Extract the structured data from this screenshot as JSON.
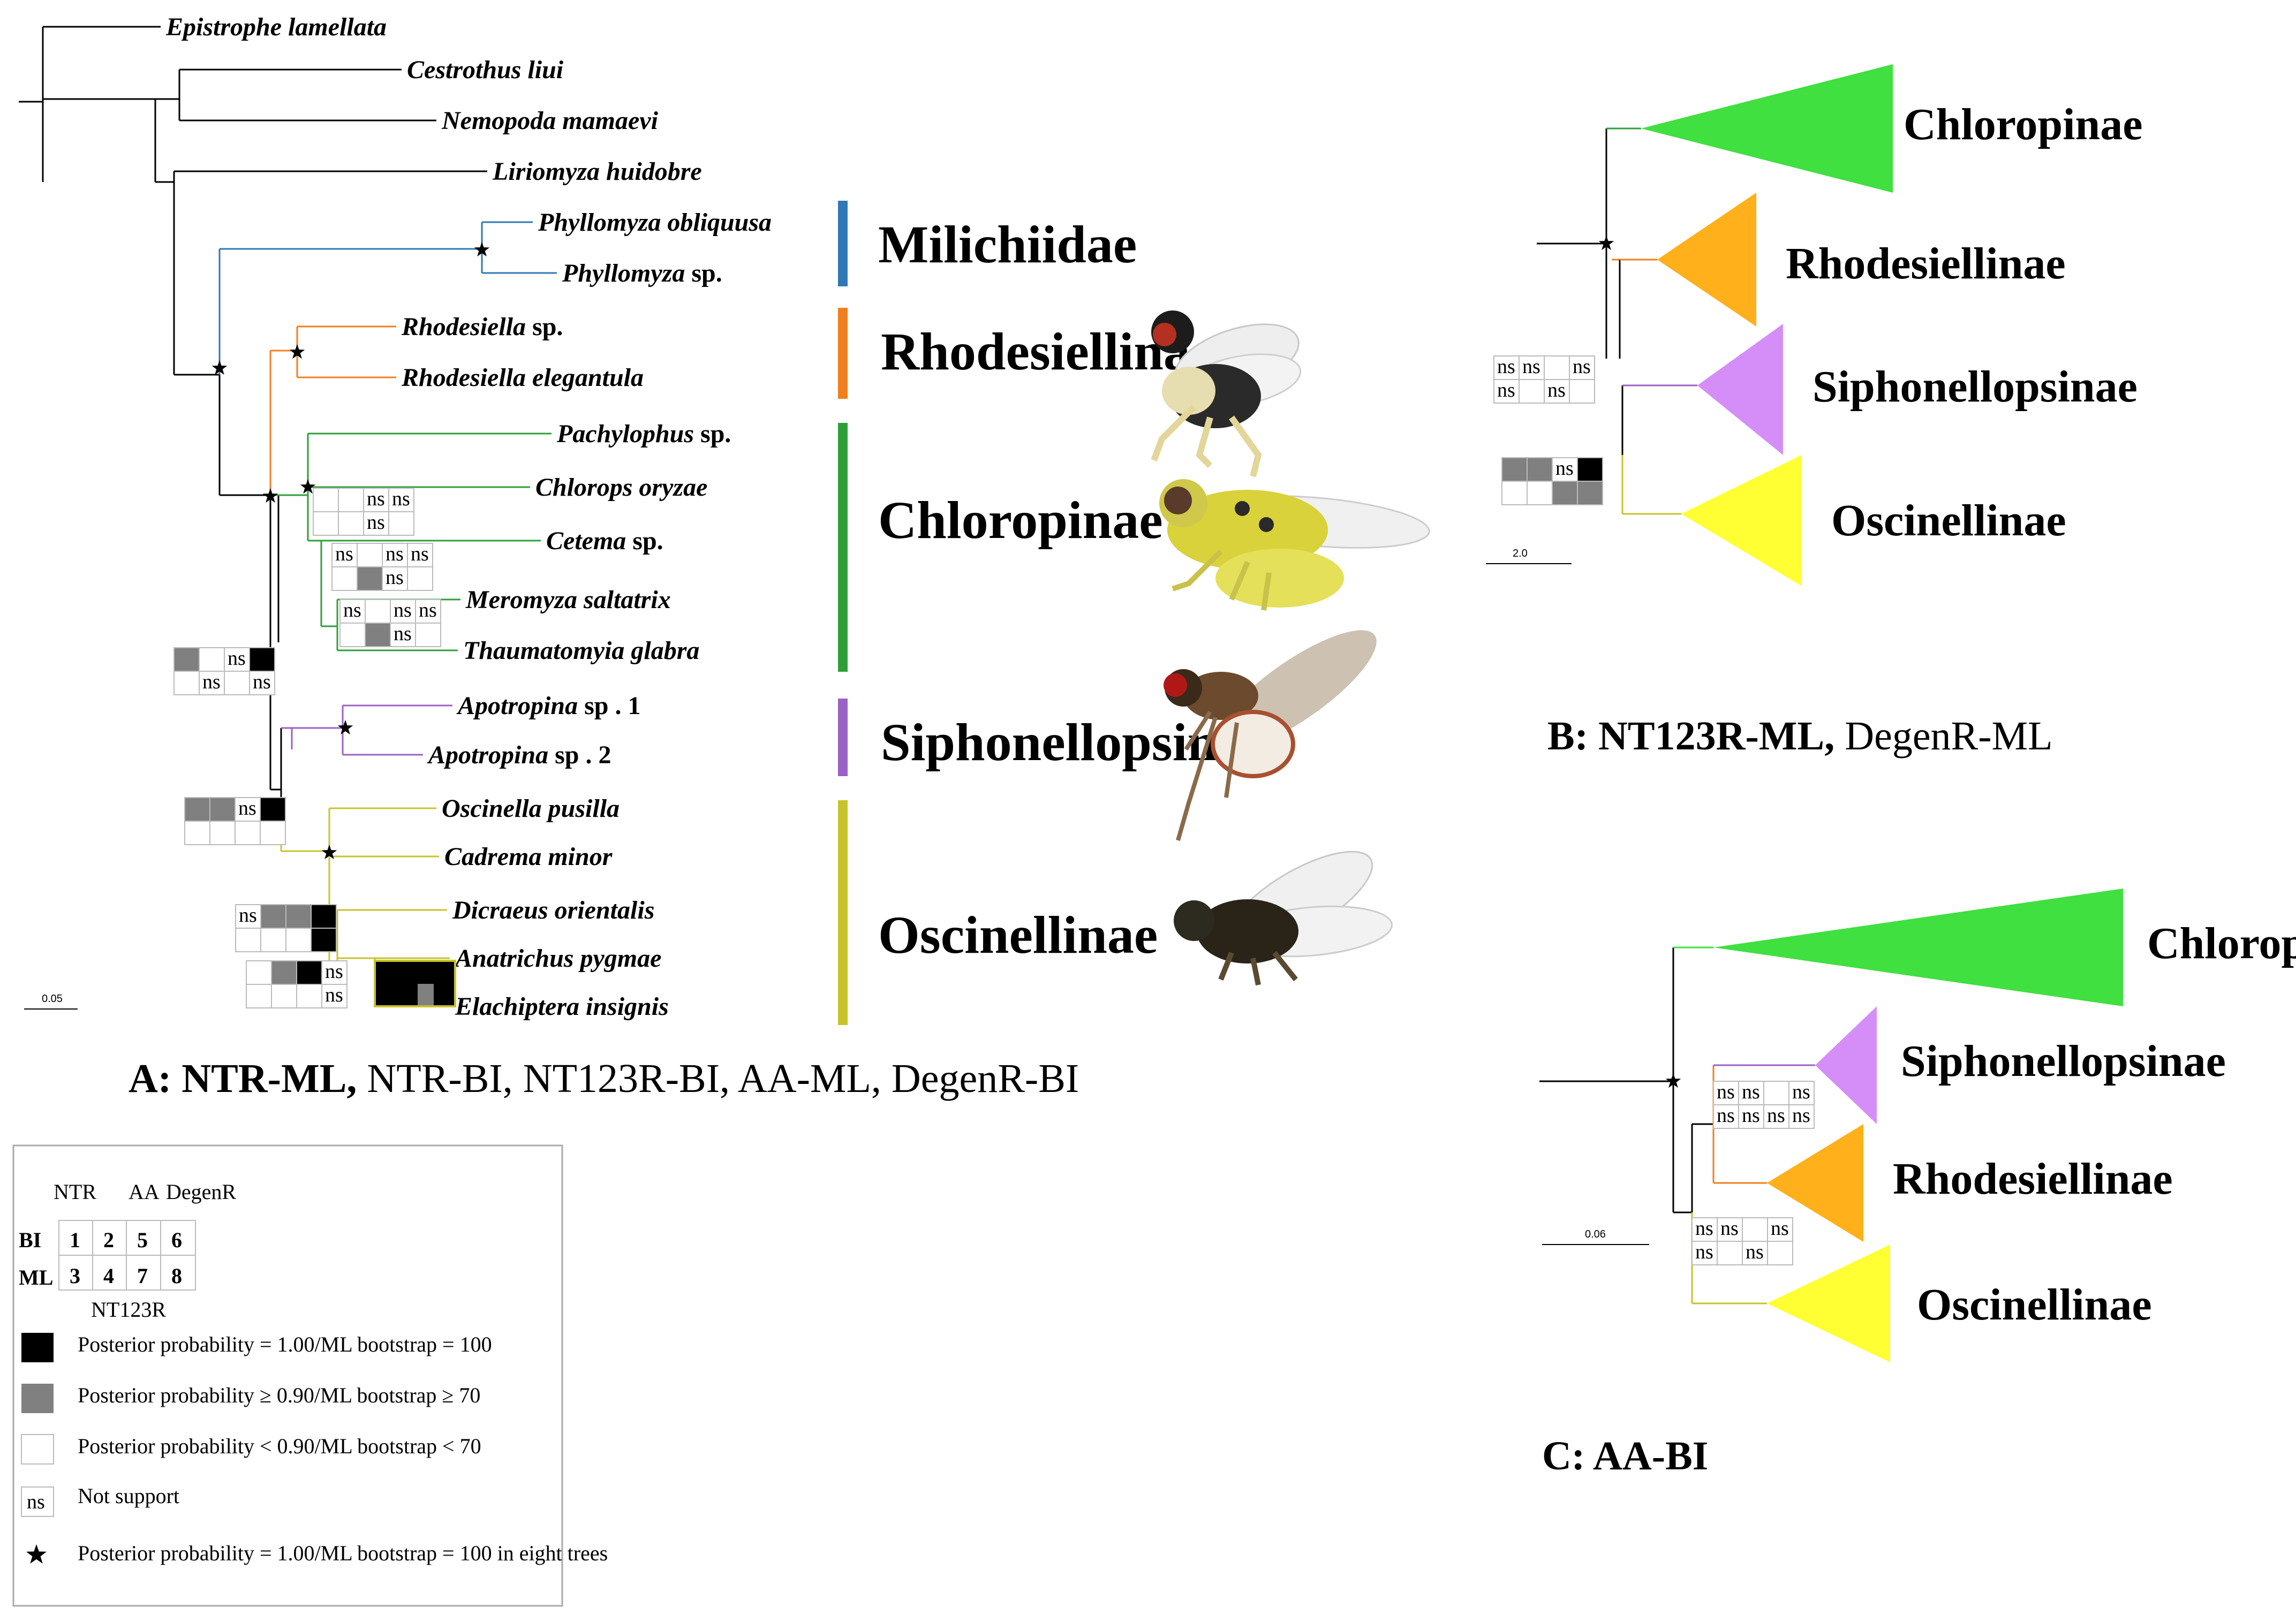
{
  "colors": {
    "milichiidae": "#2f78b5",
    "rhodesiellinae": "#f07f1e",
    "chloropinae": "#2e9f38",
    "siphonellopsinae": "#9a62c4",
    "oscinellinae": "#c7c32a",
    "tri_green": "#3fe03f",
    "tri_orange": "#ffb01a",
    "tri_purple": "#d58ef7",
    "tri_yellow": "#ffff33",
    "support_full": "#000000",
    "support_high": "#808080"
  },
  "panel_a": {
    "taxa": [
      {
        "genus": "Epistrophe lamellata",
        "suffix": ""
      },
      {
        "genus": "Cestrothus liui",
        "suffix": ""
      },
      {
        "genus": "Nemopoda mamaevi",
        "suffix": ""
      },
      {
        "genus": "Liriomyza huidobre",
        "suffix": ""
      },
      {
        "genus": "Phyllomyza obliquusa",
        "suffix": ""
      },
      {
        "genus": "Phyllomyza",
        "suffix": " sp."
      },
      {
        "genus": "Rhodesiella",
        "suffix": " sp."
      },
      {
        "genus": "Rhodesiella elegantula",
        "suffix": ""
      },
      {
        "genus": "Pachylophus",
        "suffix": " sp."
      },
      {
        "genus": "Chlorops oryzae",
        "suffix": ""
      },
      {
        "genus": "Cetema",
        "suffix": " sp."
      },
      {
        "genus": "Meromyza saltatrix",
        "suffix": ""
      },
      {
        "genus": "Thaumatomyia glabra",
        "suffix": ""
      },
      {
        "genus": "Apotropina",
        "suffix": " sp . 1"
      },
      {
        "genus": "Apotropina",
        "suffix": " sp . 2"
      },
      {
        "genus": "Oscinella pusilla",
        "suffix": ""
      },
      {
        "genus": "Cadrema minor",
        "suffix": ""
      },
      {
        "genus": "Dicraeus orientalis",
        "suffix": ""
      },
      {
        "genus": "Anatrichus pygmae",
        "suffix": ""
      },
      {
        "genus": "Elachiptera insignis",
        "suffix": ""
      }
    ],
    "groups": [
      "Milichiidae",
      "Rhodesiellinae",
      "Chloropinae",
      "Siphonellopsinae",
      "Oscinellinae"
    ],
    "scale": "0.05",
    "caption_bold": "A: NTR-ML,",
    "caption_rest": " NTR-BI, NT123R-BI, AA-ML, DegenR-BI"
  },
  "panel_b": {
    "clades": [
      "Chloropinae",
      "Rhodesiellinae",
      "Siphonellopsinae",
      "Oscinellinae"
    ],
    "scale": "2.0",
    "caption_bold": "B: NT123R-ML,",
    "caption_rest": " DegenR-ML"
  },
  "panel_c": {
    "clades": [
      "Chloropinae",
      "Siphonellopsinae",
      "Rhodesiellinae",
      "Oscinellinae"
    ],
    "scale": "0.06",
    "caption_bold": "C: AA-BI",
    "caption_rest": ""
  },
  "support_grids": {
    "ns_label": "ns",
    "a_node1": [
      "",
      "",
      "ns",
      "",
      "",
      "",
      "ns",
      "",
      ""
    ],
    "a_node1_cells": [
      "w",
      "w",
      "ns",
      "ns",
      "w",
      "w",
      "ns",
      "w"
    ],
    "a_node2_cells": [
      "ns",
      "w",
      "ns",
      "ns",
      "w",
      "g",
      "ns",
      "w"
    ],
    "a_node3_cells": [
      "ns",
      "w",
      "ns",
      "ns",
      "w",
      "g",
      "ns",
      "w"
    ],
    "a_siph_cells": [
      "g",
      "w",
      "ns",
      "b",
      "w",
      "ns",
      "w",
      "ns"
    ],
    "a_osc_cells": [
      "g",
      "g",
      "ns",
      "b",
      "w",
      "w",
      "w",
      "w"
    ],
    "a_osc2_cells": [
      "ns",
      "g",
      "g",
      "b",
      "w",
      "w",
      "w",
      "b"
    ],
    "a_osc3_cells": [
      "w",
      "g",
      "b",
      "ns",
      "w",
      "w",
      "w",
      "ns"
    ],
    "b_top_cells": [
      "ns",
      "ns",
      "w",
      "ns",
      "ns",
      "w",
      "ns",
      "w"
    ],
    "b_bot_cells": [
      "g",
      "g",
      "ns",
      "b",
      "w",
      "w",
      "g",
      "g"
    ],
    "c_top_cells": [
      "ns",
      "ns",
      "w",
      "ns",
      "ns",
      "ns",
      "ns",
      "ns"
    ],
    "c_bot_cells": [
      "ns",
      "ns",
      "w",
      "ns",
      "ns",
      "w",
      "ns",
      "w"
    ]
  },
  "legend": {
    "header_ntr": "NTR",
    "header_aa": "AA",
    "header_degenr": "DegenR",
    "row_bi": "BI",
    "row_ml": "ML",
    "numbers_top": [
      "1",
      "2",
      "5",
      "6"
    ],
    "numbers_bottom": [
      "3",
      "4",
      "7",
      "8"
    ],
    "footer_nt123r": "NT123R",
    "items": [
      {
        "swatch": "black",
        "text": "Posterior probability = 1.00/ML bootstrap = 100"
      },
      {
        "swatch": "gray",
        "text": "Posterior probability ≥ 0.90/ML bootstrap ≥ 70"
      },
      {
        "swatch": "white",
        "text": "Posterior probability < 0.90/ML bootstrap < 70"
      },
      {
        "swatch": "ns",
        "text": "Not support"
      },
      {
        "swatch": "star",
        "text": "Posterior probability = 1.00/ML bootstrap = 100 in eight trees"
      }
    ]
  },
  "images": [
    "rhodesiellinae-fly-photo",
    "chloropinae-fly-photo",
    "siphonellopsinae-fly-photo",
    "oscinellinae-fly-photo"
  ]
}
